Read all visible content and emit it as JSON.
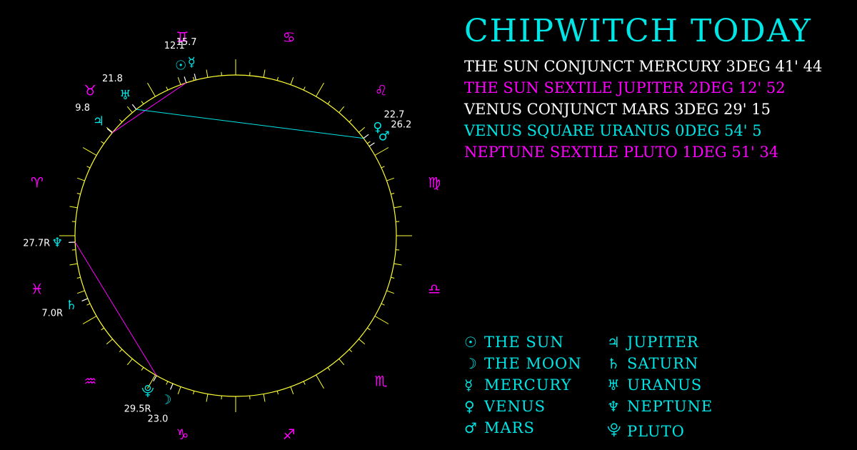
{
  "title": "CHIPWITCH TODAY",
  "colors": {
    "cyan": "#00e5e5",
    "magenta": "#ff00ff",
    "white": "#ffffff",
    "wheel": "#ffff33",
    "label": "#ffffff"
  },
  "aspects": [
    {
      "text": "THE SUN CONJUNCT MERCURY 3DEG 41' 44",
      "color": "#ffffff"
    },
    {
      "text": "THE SUN SEXTILE JUPITER 2DEG 12' 52",
      "color": "#ff00ff"
    },
    {
      "text": "VENUS CONJUNCT MARS 3DEG 29' 15",
      "color": "#ffffff"
    },
    {
      "text": "VENUS SQUARE URANUS 0DEG 54' 5",
      "color": "#00e5e5"
    },
    {
      "text": "NEPTUNE SEXTILE PLUTO 1DEG 51' 34",
      "color": "#ff00ff"
    }
  ],
  "legend": [
    {
      "glyph": "☉",
      "name": "THE SUN",
      "icon": "sun-icon"
    },
    {
      "glyph": "☽",
      "name": "THE MOON",
      "icon": "moon-icon"
    },
    {
      "glyph": "☿",
      "name": "MERCURY",
      "icon": "mercury-icon"
    },
    {
      "glyph": "♀",
      "name": "VENUS",
      "icon": "venus-icon"
    },
    {
      "glyph": "♂",
      "name": "MARS",
      "icon": "mars-icon"
    },
    {
      "glyph": "♃",
      "name": "JUPITER",
      "icon": "jupiter-icon"
    },
    {
      "glyph": "♄",
      "name": "SATURN",
      "icon": "saturn-icon"
    },
    {
      "glyph": "♅",
      "name": "URANUS",
      "icon": "uranus-icon"
    },
    {
      "glyph": "♆",
      "name": "NEPTUNE",
      "icon": "neptune-icon"
    },
    {
      "glyph": "⯓",
      "name": "PLUTO",
      "icon": "pluto-icon"
    }
  ],
  "zodiac": [
    {
      "glyph": "♈",
      "icon": "aries-icon"
    },
    {
      "glyph": "♉",
      "icon": "taurus-icon"
    },
    {
      "glyph": "♊",
      "icon": "gemini-icon"
    },
    {
      "glyph": "♋",
      "icon": "cancer-icon"
    },
    {
      "glyph": "♌",
      "icon": "leo-icon"
    },
    {
      "glyph": "♍",
      "icon": "virgo-icon"
    },
    {
      "glyph": "♎",
      "icon": "libra-icon"
    },
    {
      "glyph": "♏",
      "icon": "scorpio-icon"
    },
    {
      "glyph": "♐",
      "icon": "sagittarius-icon"
    },
    {
      "glyph": "♑",
      "icon": "capricorn-icon"
    },
    {
      "glyph": "♒",
      "icon": "aquarius-icon"
    },
    {
      "glyph": "♓",
      "icon": "pisces-icon"
    }
  ],
  "chart_data": {
    "type": "astrological-wheel",
    "ascendant_longitude": 0,
    "planets": [
      {
        "name": "Sun",
        "glyph": "☉",
        "longitude": 72.1,
        "label": "12.1",
        "retrograde": false
      },
      {
        "name": "Moon",
        "glyph": "☽",
        "longitude": 293.0,
        "label": "23.0",
        "retrograde": false
      },
      {
        "name": "Mercury",
        "glyph": "☿",
        "longitude": 75.7,
        "label": "15.7",
        "retrograde": false
      },
      {
        "name": "Venus",
        "glyph": "♀",
        "longitude": 142.7,
        "label": "22.7",
        "retrograde": false
      },
      {
        "name": "Mars",
        "glyph": "♂",
        "longitude": 146.2,
        "label": "26.2",
        "retrograde": false
      },
      {
        "name": "Jupiter",
        "glyph": "♃",
        "longitude": 39.8,
        "label": "9.8",
        "retrograde": false
      },
      {
        "name": "Saturn",
        "glyph": "♄",
        "longitude": 337.0,
        "label": "7.0R",
        "retrograde": true
      },
      {
        "name": "Uranus",
        "glyph": "♅",
        "longitude": 51.8,
        "label": "21.8",
        "retrograde": false
      },
      {
        "name": "Neptune",
        "glyph": "♆",
        "longitude": 357.7,
        "label": "27.7R",
        "retrograde": true
      },
      {
        "name": "Pluto",
        "glyph": "⯓",
        "longitude": 299.5,
        "label": "29.5R",
        "retrograde": true
      }
    ],
    "aspect_lines": [
      {
        "from": "Sun",
        "to": "Jupiter",
        "color": "#ff00ff"
      },
      {
        "from": "Venus",
        "to": "Uranus",
        "color": "#00e5e5"
      },
      {
        "from": "Neptune",
        "to": "Pluto",
        "color": "#ff00ff"
      }
    ]
  }
}
